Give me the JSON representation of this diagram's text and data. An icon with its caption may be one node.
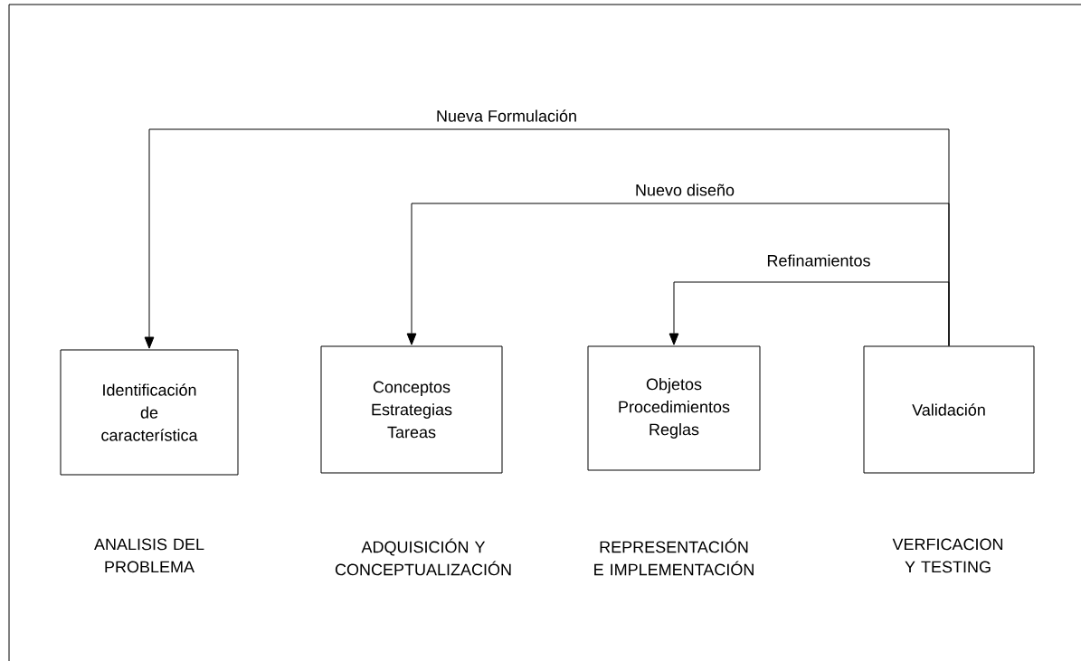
{
  "diagram": {
    "nodes": [
      {
        "text": [
          "Identificación de característica"
        ]
      },
      {
        "text": [
          "Conceptos Estrategias Tareas"
        ]
      },
      {
        "text": [
          "Objetos Procedimientos Reglas"
        ]
      },
      {
        "text": [
          "Validación"
        ]
      }
    ],
    "edges": [
      {
        "from": 3,
        "to": 0,
        "arrow": "to",
        "label": "Nueva Formulación"
      },
      {
        "from": 3,
        "to": 1,
        "arrow": "to",
        "label": "Nuevo diseño"
      },
      {
        "from": 3,
        "to": 2,
        "arrow": "to",
        "label": "Refinamientos"
      }
    ],
    "labels": [
      "ANALISIS DEL PROBLEMA",
      "ADQUISICIÓN Y CONCEPTUALIZACIÓN",
      "REPRESENTACIÓN E IMPLEMENTACIÓN",
      "VERFICACION Y TESTING"
    ]
  }
}
